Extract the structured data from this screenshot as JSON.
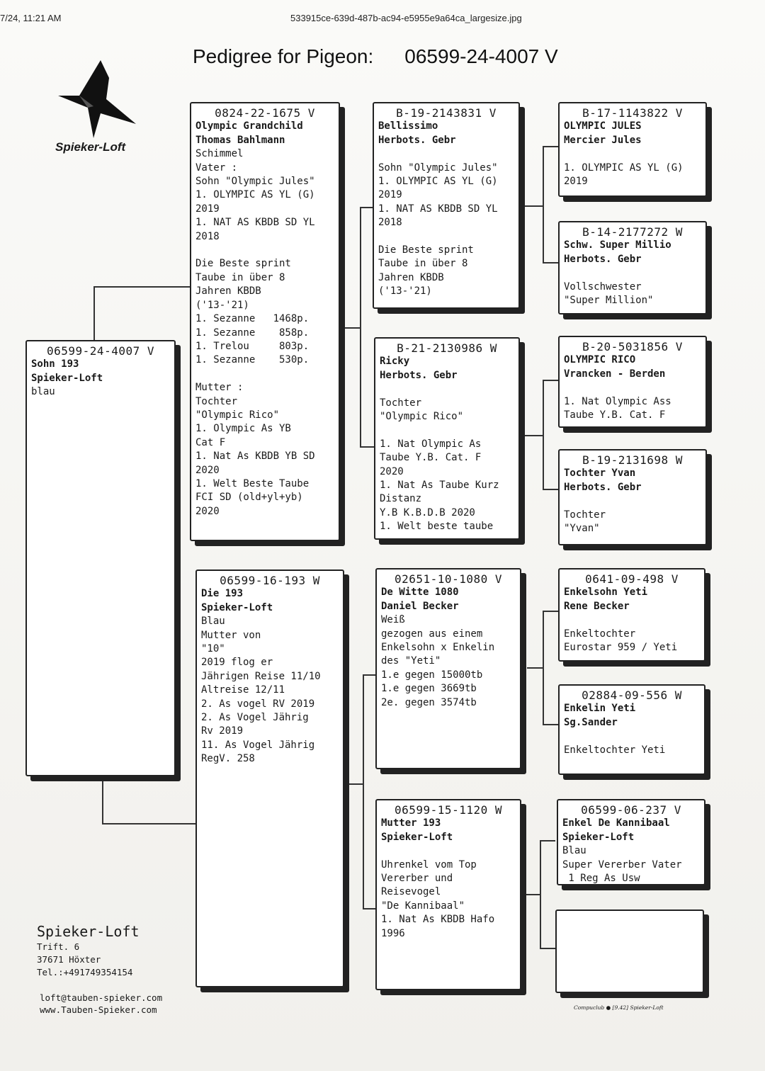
{
  "header": {
    "timestamp": "7/24, 11:21 AM",
    "filename": "533915ce-639d-487b-ac94-e5955e9a64ca_largesize.jpg"
  },
  "title": {
    "label": "Pedigree for Pigeon:",
    "ring": "06599-24-4007 V"
  },
  "logo": {
    "icon": "bird-logo-icon",
    "text": "Spieker-Loft"
  },
  "subject": {
    "ring": "06599-24-4007 V",
    "name": "Sohn 193",
    "owner": "Spieker-Loft",
    "lines": [
      "blau"
    ]
  },
  "sire": {
    "ring": "0824-22-1675 V",
    "name": "Olympic Grandchild",
    "owner": "Thomas Bahlmann",
    "lines": [
      "Schimmel",
      "Vater :",
      "Sohn \"Olympic Jules\"",
      "1. OLYMPIC AS YL (G)",
      "2019",
      "1. NAT AS KBDB SD YL",
      "2018",
      "",
      "Die Beste sprint",
      "Taube in über 8",
      "Jahren KBDB",
      "('13-'21)",
      "1. Sezanne   1468p.",
      "1. Sezanne    858p.",
      "1. Trelou     803p.",
      "1. Sezanne    530p.",
      "",
      "Mutter :",
      "Tochter",
      "\"Olympic Rico\"",
      "1. Olympic As YB",
      "Cat F",
      "1. Nat As KBDB YB SD",
      "2020",
      "1. Welt Beste Taube",
      "FCI SD (old+yl+yb)",
      "2020"
    ]
  },
  "dam": {
    "ring": "06599-16-193 W",
    "name": "Die 193",
    "owner": "Spieker-Loft",
    "lines": [
      "Blau",
      "Mutter von",
      "\"10\"",
      "2019 flog er",
      "Jährigen Reise 11/10",
      "Altreise 12/11",
      "2. As vogel RV 2019",
      "2. As Vogel Jährig",
      "Rv 2019",
      "11. As Vogel Jährig",
      "RegV. 258"
    ]
  },
  "ss": {
    "ring": "B-19-2143831 V",
    "name": "Bellissimo",
    "owner": "Herbots. Gebr",
    "lines": [
      "",
      "Sohn \"Olympic Jules\"",
      "1. OLYMPIC AS YL (G)",
      "2019",
      "1. NAT AS KBDB SD YL",
      "2018",
      "",
      "Die Beste sprint",
      "Taube in über 8",
      "Jahren KBDB",
      "('13-'21)"
    ]
  },
  "sd": {
    "ring": "B-21-2130986 W",
    "name": "Ricky",
    "owner": "Herbots. Gebr",
    "lines": [
      "",
      "Tochter",
      "\"Olympic Rico\"",
      "",
      "1. Nat Olympic As",
      "Taube Y.B. Cat. F",
      "2020",
      "1. Nat As Taube Kurz",
      "Distanz",
      "Y.B K.B.D.B 2020",
      "1. Welt beste taube"
    ]
  },
  "ds": {
    "ring": "02651-10-1080 V",
    "name": "De Witte 1080",
    "owner": "Daniel Becker",
    "lines": [
      "Weiß",
      "gezogen aus einem",
      "Enkelsohn x Enkelin",
      "des \"Yeti\"",
      "1.e gegen 15000tb",
      "1.e gegen 3669tb",
      "2e. gegen 3574tb"
    ]
  },
  "dd": {
    "ring": "06599-15-1120 W",
    "name": "Mutter 193",
    "owner": "Spieker-Loft",
    "lines": [
      "",
      "Uhrenkel vom Top",
      "Vererber und",
      "Reisevogel",
      "\"De Kannibaal\"",
      "1. Nat As KBDB Hafo",
      "1996"
    ]
  },
  "sss": {
    "ring": "B-17-1143822 V",
    "name": "OLYMPIC JULES",
    "owner": "Mercier Jules",
    "lines": [
      "",
      "1. OLYMPIC AS YL (G)",
      "2019"
    ]
  },
  "ssd": {
    "ring": "B-14-2177272 W",
    "name": "Schw. Super Millio",
    "owner": "Herbots. Gebr",
    "lines": [
      "",
      "Vollschwester",
      "\"Super Million\""
    ]
  },
  "sds": {
    "ring": "B-20-5031856 V",
    "name": "OLYMPIC RICO",
    "owner": "Vrancken - Berden",
    "lines": [
      "",
      "1. Nat Olympic Ass",
      "Taube Y.B. Cat. F"
    ]
  },
  "sdd": {
    "ring": "B-19-2131698 W",
    "name": "Tochter Yvan",
    "owner": "Herbots. Gebr",
    "lines": [
      "",
      "Tochter",
      "\"Yvan\""
    ]
  },
  "dss": {
    "ring": "0641-09-498 V",
    "name": "Enkelsohn Yeti",
    "owner": "Rene Becker",
    "lines": [
      "",
      "Enkeltochter",
      "Eurostar 959 / Yeti"
    ]
  },
  "dsd": {
    "ring": "02884-09-556 W",
    "name": "Enkelin Yeti",
    "owner": "Sg.Sander",
    "lines": [
      "",
      "Enkeltochter Yeti"
    ]
  },
  "dds": {
    "ring": "06599-06-237 V",
    "name": "Enkel De Kannibaal",
    "owner": "Spieker-Loft",
    "lines": [
      "Blau",
      "Super Vererber Vater",
      " 1 Reg As Usw"
    ]
  },
  "ddd": {
    "ring": "",
    "name": "",
    "owner": "",
    "lines": []
  },
  "address": {
    "name": "Spieker-Loft",
    "street": "Trift. 6",
    "city": "37671  Höxter",
    "phone": "Tel.:+491749354154"
  },
  "web": {
    "email": "loft@tauben-spieker.com",
    "site": "www.Tauben-Spieker.com"
  },
  "footer": "Compuclub ● [9.42]  Spieker-Loft"
}
